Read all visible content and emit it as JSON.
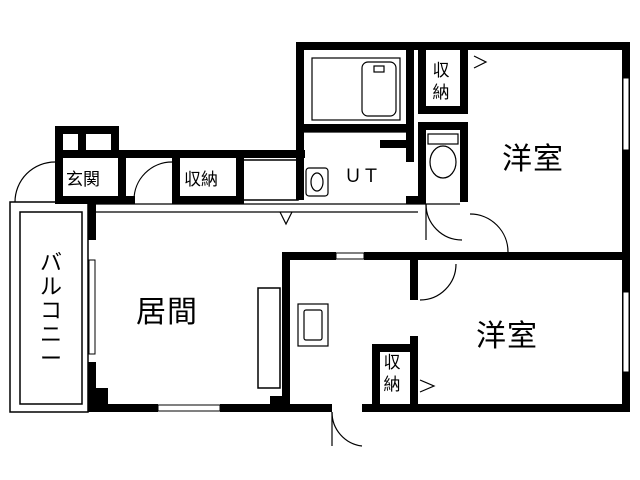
{
  "colors": {
    "wall": "#000000",
    "background": "#ffffff",
    "fixture": "#555555"
  },
  "rooms": {
    "western_room_upper": "洋室",
    "western_room_lower": "洋室",
    "living_room": "居間",
    "entrance": "玄関",
    "storage_entrance": "収納",
    "storage_upper": "収納",
    "storage_lower": "収納",
    "unit_bath": "ＵＴ",
    "balcony": "バルコニー"
  },
  "icons": {
    "toilet": "toilet-icon",
    "washbasin": "washbasin-icon",
    "bathtub": "bathtub-icon",
    "kitchen_sink": "kitchen-sink-icon"
  }
}
